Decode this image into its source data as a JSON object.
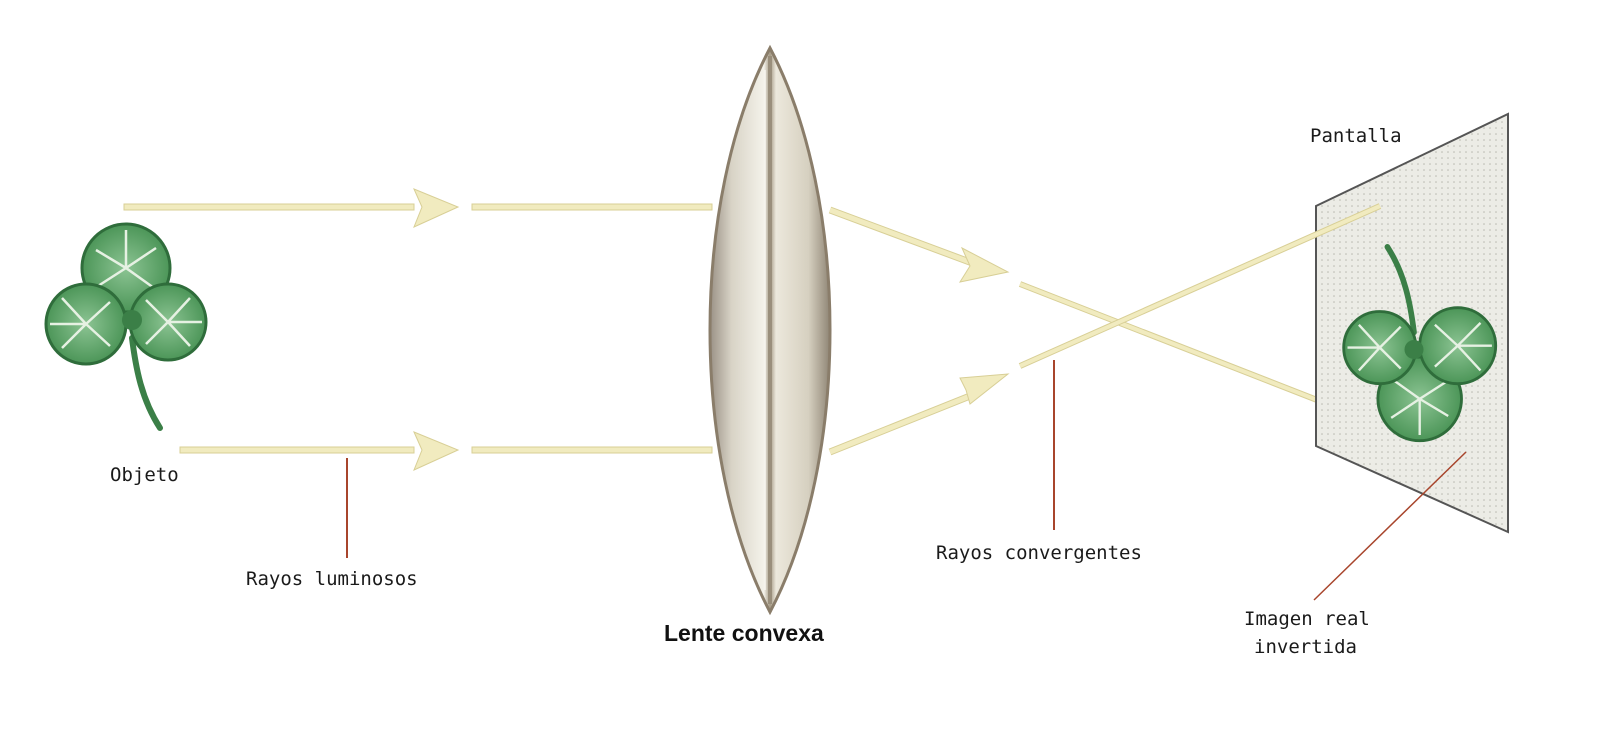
{
  "labels": {
    "object": "Objeto",
    "light_rays": "Rayos luminosos",
    "lens": "Lente convexa",
    "converging_rays": "Rayos convergentes",
    "screen": "Pantalla",
    "image_line1": "Imagen real",
    "image_line2": "invertida"
  },
  "colors": {
    "ray": "#f1ebbf",
    "ray_edge": "#d8cf96",
    "leader": "#a8452c",
    "leaf": "#4a9a57",
    "leaf_dark": "#2f6d3b",
    "leaf_light": "#c6e0c4",
    "lens_edge": "#8a7d6a",
    "screen": "#e6e6e0"
  },
  "icons": {
    "object": "clover-icon",
    "image": "inverted-clover-icon"
  }
}
